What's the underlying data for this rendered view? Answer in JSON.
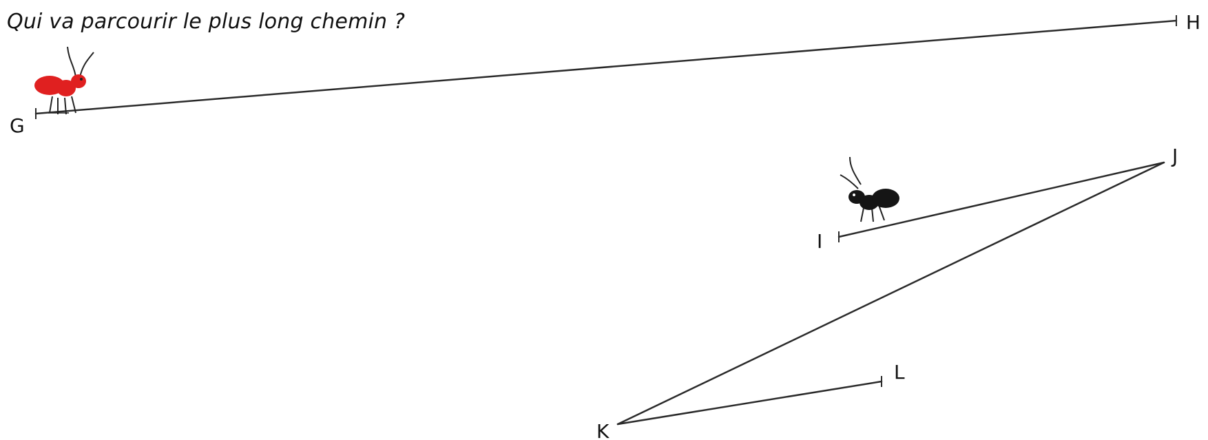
{
  "question": "Qui va parcourir le plus long chemin ?",
  "points": [
    {
      "name": "G"
    },
    {
      "name": "H"
    },
    {
      "name": "I"
    },
    {
      "name": "J"
    },
    {
      "name": "K"
    },
    {
      "name": "L"
    }
  ],
  "paths": [
    {
      "name": "red-ant-path",
      "segments": [
        "GH"
      ],
      "character": "red-ant-icon",
      "color": "#e02020"
    },
    {
      "name": "black-ant-path",
      "segments": [
        "IJ",
        "JK",
        "KL"
      ],
      "character": "black-ant-icon",
      "color": "#111111"
    }
  ]
}
